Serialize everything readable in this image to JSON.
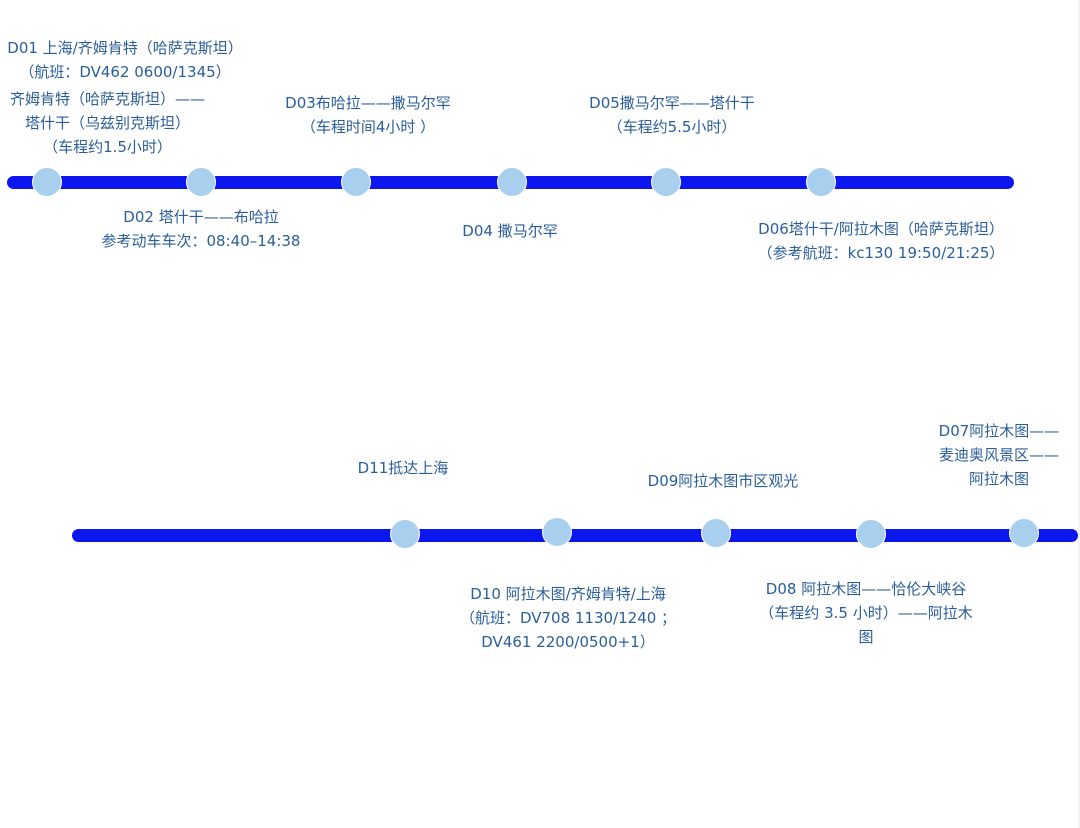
{
  "colors": {
    "line": "#0b17ee",
    "node": "#a8d0ee",
    "text": "#2a5e9a"
  },
  "timeline_top": {
    "labels": {
      "d01": [
        "D01 上海/齐姆肯特（哈萨克斯坦）",
        "（航班：DV462    0600/1345）"
      ],
      "d01b": [
        "齐姆肯特（哈萨克斯坦）——",
        "塔什干（乌兹别克斯坦）",
        "（车程约1.5小时）"
      ],
      "d02": [
        "D02 塔什干——布哈拉",
        "参考动车车次：08:40–14:38"
      ],
      "d03": [
        "D03布哈拉——撒马尔罕",
        "（车程时间4小时 ）"
      ],
      "d04": [
        "D04 撒马尔罕"
      ],
      "d05": [
        "D05撒马尔罕——塔什干",
        "（车程约5.5小时）"
      ],
      "d06": [
        "D06塔什干/阿拉木图（哈萨克斯坦）",
        "（参考航班：kc130 19:50/21:25）"
      ]
    }
  },
  "timeline_bottom": {
    "labels": {
      "d07": [
        "D07阿拉木图——",
        "麦迪奥风景区——",
        "阿拉木图"
      ],
      "d08": [
        "D08 阿拉木图——恰伦大峡谷",
        "（车程约 3.5 小时）——阿拉木",
        "图"
      ],
      "d09": [
        "D09阿拉木图市区观光"
      ],
      "d10": [
        "D10 阿拉木图/齐姆肯特/上海",
        "（航班：DV708   1130/1240 ；",
        "DV461   2200/0500+1）"
      ],
      "d11": [
        "D11抵达上海"
      ]
    }
  }
}
